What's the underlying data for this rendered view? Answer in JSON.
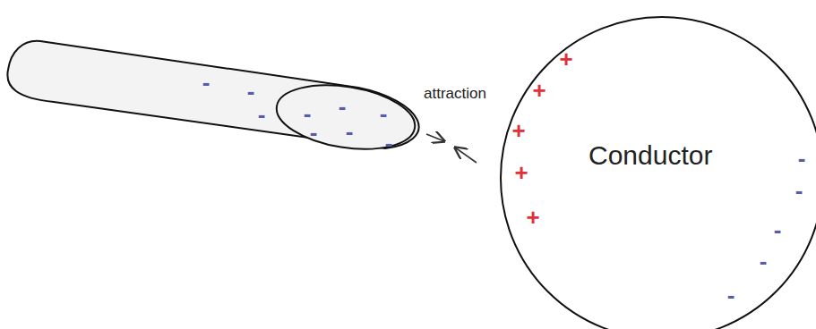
{
  "diagram": {
    "nodes": [
      {
        "text": [
          "Conductor"
        ]
      }
    ],
    "labels": [
      "attraction",
      "-",
      "-",
      "-",
      "-",
      "-",
      "-",
      "-",
      "-",
      "-",
      "+",
      "+",
      "+",
      "+",
      "+",
      "-",
      "-",
      "-",
      "-",
      "-"
    ]
  }
}
